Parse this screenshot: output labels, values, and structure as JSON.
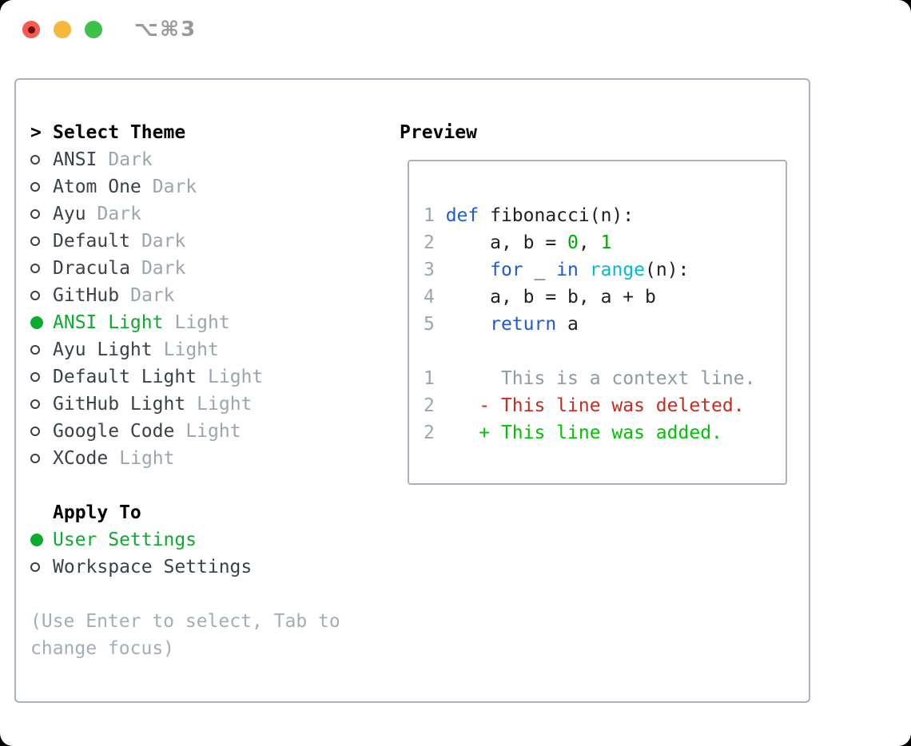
{
  "window": {
    "title": "⌥⌘3"
  },
  "colors": {
    "selection_green": "#0cab2e",
    "added_green": "#00c300",
    "deleted_red": "#c92a1d",
    "keyword_blue": "#1e59dd",
    "builtin_cyan": "#00bccd",
    "literal_green": "#00aa00",
    "muted_gray": "#9ba5b0",
    "panel_border": "#a9b1bc"
  },
  "panel": {
    "caret": ">",
    "select_heading": "Select Theme",
    "themes": [
      {
        "label": "ANSI",
        "tag": "Dark",
        "selected": false
      },
      {
        "label": "Atom One",
        "tag": "Dark",
        "selected": false
      },
      {
        "label": "Ayu",
        "tag": "Dark",
        "selected": false
      },
      {
        "label": "Default",
        "tag": "Dark",
        "selected": false
      },
      {
        "label": "Dracula",
        "tag": "Dark",
        "selected": false
      },
      {
        "label": "GitHub",
        "tag": "Dark",
        "selected": false
      },
      {
        "label": "ANSI Light",
        "tag": "Light",
        "selected": true
      },
      {
        "label": "Ayu Light",
        "tag": "Light",
        "selected": false
      },
      {
        "label": "Default Light",
        "tag": "Light",
        "selected": false
      },
      {
        "label": "GitHub Light",
        "tag": "Light",
        "selected": false
      },
      {
        "label": "Google Code",
        "tag": "Light",
        "selected": false
      },
      {
        "label": "XCode",
        "tag": "Light",
        "selected": false
      }
    ],
    "apply_heading": "Apply To",
    "apply_options": [
      {
        "label": "User Settings",
        "selected": true
      },
      {
        "label": "Workspace Settings",
        "selected": false
      }
    ],
    "hint": "(Use Enter to select, Tab to change focus)"
  },
  "preview": {
    "heading": "Preview",
    "lines": [
      [
        {
          "t": "1 ",
          "c": "num"
        },
        {
          "t": "def",
          "c": "kw"
        },
        {
          "t": " fibonacci(n):",
          "c": "plain"
        }
      ],
      [
        {
          "t": "2 ",
          "c": "num"
        },
        {
          "t": "    a, b = ",
          "c": "plain"
        },
        {
          "t": "0",
          "c": "lit"
        },
        {
          "t": ", ",
          "c": "plain"
        },
        {
          "t": "1",
          "c": "lit"
        }
      ],
      [
        {
          "t": "3 ",
          "c": "num"
        },
        {
          "t": "    ",
          "c": "plain"
        },
        {
          "t": "for",
          "c": "kw"
        },
        {
          "t": " _ ",
          "c": "plain"
        },
        {
          "t": "in",
          "c": "kw"
        },
        {
          "t": " ",
          "c": "plain"
        },
        {
          "t": "range",
          "c": "fn"
        },
        {
          "t": "(n):",
          "c": "plain"
        }
      ],
      [
        {
          "t": "4 ",
          "c": "num"
        },
        {
          "t": "    a, b = b, a + b",
          "c": "plain"
        }
      ],
      [
        {
          "t": "5 ",
          "c": "num"
        },
        {
          "t": "    ",
          "c": "plain"
        },
        {
          "t": "return",
          "c": "kw"
        },
        {
          "t": " a",
          "c": "plain"
        }
      ],
      [],
      [
        {
          "t": "1",
          "c": "num"
        },
        {
          "t": "      This is a context line.",
          "c": "ctx"
        }
      ],
      [
        {
          "t": "2",
          "c": "num"
        },
        {
          "t": "    ",
          "c": "plain"
        },
        {
          "t": "- This line was deleted.",
          "c": "del"
        }
      ],
      [
        {
          "t": "2",
          "c": "num"
        },
        {
          "t": "    ",
          "c": "plain"
        },
        {
          "t": "+ This line was added.",
          "c": "add"
        }
      ]
    ]
  }
}
